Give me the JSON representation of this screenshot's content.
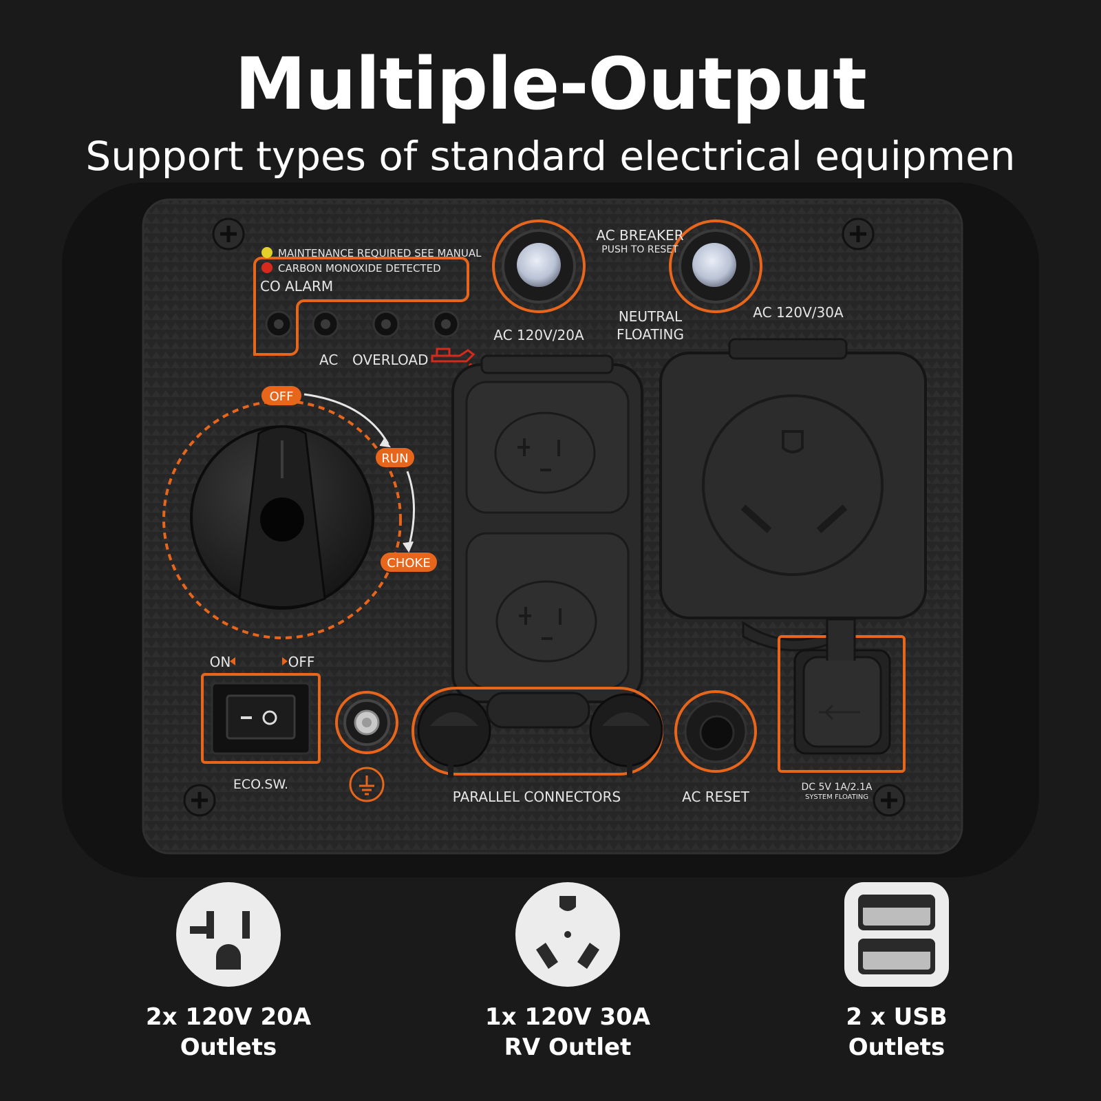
{
  "header": {
    "title": "Multiple-Output",
    "subtitle": "Support types of standard electrical equipmen"
  },
  "panel": {
    "co_alarm": {
      "maintenance": "MAINTENANCE REQUIRED SEE MANUAL",
      "carbon": "CARBON MONOXIDE DETECTED",
      "label": "CO  ALARM"
    },
    "indicators": {
      "ac": "AC",
      "overload": "OVERLOAD"
    },
    "breaker": {
      "title": "AC BREAKER",
      "sub": "PUSH TO RESET"
    },
    "outlet_20a": "AC 120V/20A",
    "neutral_1": "NEUTRAL",
    "neutral_2": "FLOATING",
    "outlet_30a": "AC 120V/30A",
    "dial": {
      "off": "OFF",
      "run": "RUN",
      "choke": "CHOKE"
    },
    "eco": {
      "on": "ON",
      "off": "OFF",
      "label": "ECO.SW."
    },
    "parallel": "PARALLEL CONNECTORS",
    "ac_reset": "AC RESET",
    "dc": {
      "line1": "DC 5V 1A/2.1A",
      "line2": "SYSTEM FLOATING"
    }
  },
  "features": [
    {
      "icon": "nema-5-20-outlet-icon",
      "line1": "2x 120V 20A",
      "line2": "Outlets"
    },
    {
      "icon": "tt-30-rv-outlet-icon",
      "line1": "1x 120V 30A",
      "line2": "RV Outlet"
    },
    {
      "icon": "dual-usb-icon",
      "line1": "2 x USB",
      "line2": "Outlets"
    }
  ],
  "colors": {
    "accent": "#e8661c",
    "background": "#1a1a1a",
    "panel": "#222222"
  }
}
